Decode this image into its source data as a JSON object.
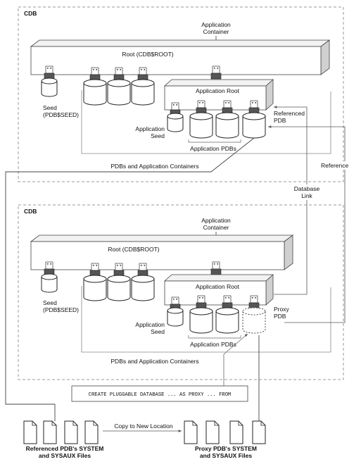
{
  "top_cdb": {
    "cdb_label": "CDB",
    "app_container_label": [
      "Application",
      "Container"
    ],
    "root_label": "Root (CDB$ROOT)",
    "seed_label": [
      "Seed",
      "(PDB$SEED)"
    ],
    "app_root_label": "Application Root",
    "app_seed_label": [
      "Application",
      "Seed"
    ],
    "app_pdbs_label": "Application PDBs",
    "referenced_pdb_label": [
      "Referenced",
      "PDB"
    ],
    "pdbs_containers_label": "PDBs and Application Containers"
  },
  "bottom_cdb": {
    "cdb_label": "CDB",
    "app_container_label": [
      "Application",
      "Container"
    ],
    "root_label": "Root (CDB$ROOT)",
    "seed_label": [
      "Seed",
      "(PDB$SEED)"
    ],
    "app_root_label": "Application Root",
    "app_seed_label": [
      "Application",
      "Seed"
    ],
    "app_pdbs_label": "Application PDBs",
    "proxy_pdb_label": [
      "Proxy",
      "PDB"
    ],
    "pdbs_containers_label": "PDBs and Application Containers"
  },
  "connections": {
    "reference_label": "Reference",
    "database_link_label": [
      "Database",
      "Link"
    ]
  },
  "command": {
    "text": "CREATE PLUGGABLE DATABASE ... AS PROXY ... FROM"
  },
  "files": {
    "copy_label": "Copy to New Location",
    "referenced_files_label": [
      "Referenced PDB's SYSTEM",
      "and SYSAUX Files"
    ],
    "proxy_files_label": [
      "Proxy PDB's SYSTEM",
      "and SYSAUX Files"
    ]
  }
}
